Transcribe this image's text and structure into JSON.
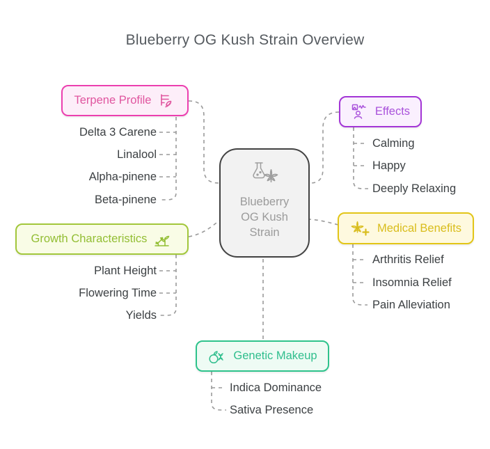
{
  "title": "Blueberry OG Kush Strain Overview",
  "center": {
    "label": "Blueberry OG Kush Strain",
    "label_lines": [
      "Blueberry",
      "OG Kush",
      "Strain"
    ],
    "icon": "flask-cannabis-icon",
    "bg_color": "#F2F2F2",
    "border_color": "#424242",
    "text_color": "#9B9B9B"
  },
  "edge_color": "#9a9a9a",
  "branches": [
    {
      "label": "Terpene Profile",
      "icon": "terpene-list-leaf-icon",
      "border_color": "#EC3FAF",
      "bg_color": "#FDEEF9",
      "text_color": "#E0559F",
      "items": [
        "Delta 3 Carene",
        "Linalool",
        "Alpha-pinene",
        "Beta-pinene"
      ]
    },
    {
      "label": "Effects",
      "icon": "person-activity-icon",
      "border_color": "#A335D6",
      "bg_color": "#FAF0FE",
      "text_color": "#A952DB",
      "items": [
        "Calming",
        "Happy",
        "Deeply Relaxing"
      ]
    },
    {
      "label": "Growth Characteristics",
      "icon": "plant-growth-arrow-icon",
      "border_color": "#A2C73B",
      "bg_color": "#F9FCE6",
      "text_color": "#93BE34",
      "items": [
        "Plant Height",
        "Flowering Time",
        "Yields"
      ]
    },
    {
      "label": "Medical Benefits",
      "icon": "cannabis-medical-cross-icon",
      "border_color": "#E2C517",
      "bg_color": "#FEF9DF",
      "text_color": "#D9BD1C",
      "items": [
        "Arthritis Relief",
        "Insomnia Relief",
        "Pain Alleviation"
      ]
    },
    {
      "label": "Genetic Makeup",
      "icon": "fruit-dna-icon",
      "border_color": "#2EC38C",
      "bg_color": "#EEFBF4",
      "text_color": "#2FBE8D",
      "items": [
        "Indica Dominance",
        "Sativa Presence"
      ]
    }
  ]
}
